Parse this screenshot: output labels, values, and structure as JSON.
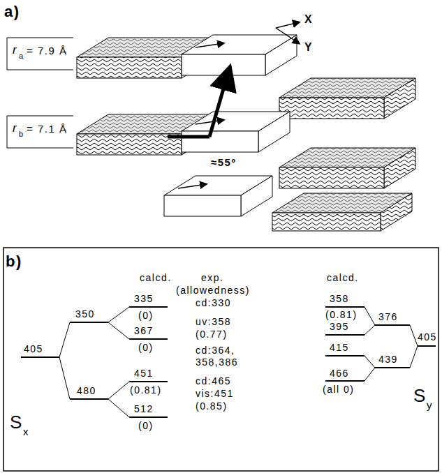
{
  "diagram": {
    "labels": [
      "a)",
      "r",
      "a",
      "= 7.9 Å",
      "X",
      "Y",
      "≈55º",
      "r",
      "b",
      "= 7.1 Å",
      "b)",
      "calcd.",
      "exp.",
      "calcd.",
      "(allowedness)",
      "405",
      "350",
      "480",
      "335",
      "(0)",
      "367",
      "(0)",
      "451",
      "(0.81)",
      "512",
      "(0)",
      "cd:330",
      "uv:358",
      "(0.77)",
      "cd:364, 358,386",
      "cd:465",
      "vis:451",
      "(0.85)",
      "358",
      "(0.81)",
      "395",
      "415",
      "466",
      "(all 0)",
      "376",
      "439",
      "405",
      "S",
      "x",
      "S",
      "y"
    ]
  }
}
